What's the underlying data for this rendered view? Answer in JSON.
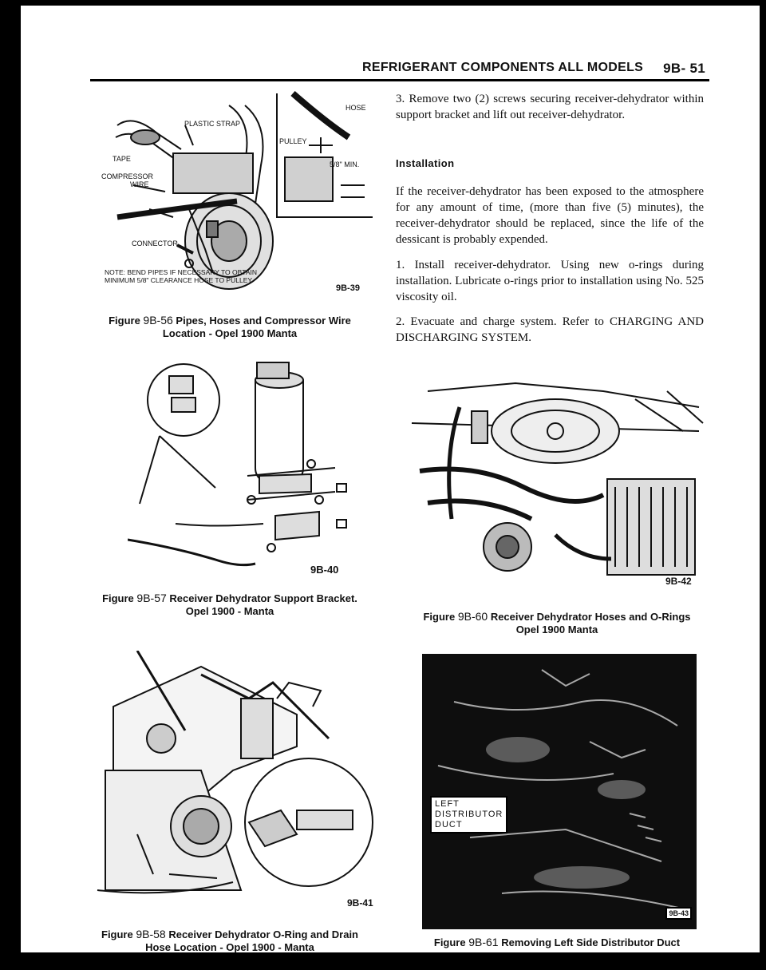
{
  "header": {
    "title": "REFRIGERANT COMPONENTS ALL MODELS",
    "page": "9B- 51"
  },
  "figures": {
    "f56": {
      "num": "9B-56",
      "caption": "Pipes, Hoses and Compressor Wire Location - Opel 1900 Manta",
      "id": "9B-39",
      "labels": {
        "hose": "HOSE",
        "strap": "PLASTIC STRAP",
        "tape": "TAPE",
        "pulley": "PULLEY",
        "min": "5/8\" MIN.",
        "compressor": "COMPRESSOR",
        "wire": "WIRE",
        "connector": "CONNECTOR",
        "note1": "NOTE: BEND PIPES IF NECESSARY TO OBTAIN",
        "note2": "MINIMUM 5/8\" CLEARANCE HOSE TO PULLEY."
      }
    },
    "f57": {
      "num": "9B-57",
      "caption": "Receiver Dehydrator Support Bracket. Opel 1900 - Manta",
      "id": "9B-40"
    },
    "f58": {
      "num": "9B-58",
      "caption": "Receiver Dehydrator O-Ring and Drain Hose Location - Opel 1900 - Manta",
      "id": "9B-41"
    },
    "f60": {
      "num": "9B-60",
      "caption": "Receiver Dehydrator Hoses and O-Rings Opel 1900 Manta",
      "id": "9B-42"
    },
    "f61": {
      "num": "9B-61",
      "caption": "Removing Left Side Distributor Duct",
      "id": "9B-43",
      "label1": "LEFT",
      "label2": "DISTRIBUTOR",
      "label3": "DUCT"
    }
  },
  "body": {
    "step3": "3. Remove two (2) screws securing receiver-dehydrator within support bracket and lift out receiver-dehydrator.",
    "installation_heading": "Installation",
    "install_intro": "If the receiver-dehydrator has been exposed to the atmosphere for any amount of time, (more than five (5) minutes), the receiver-dehydrator should be replaced, since the life of the dessicant is probably expended.",
    "step1": "1. Install receiver-dehydrator. Using new o-rings during installation. Lubricate o-rings prior to installation using No. 525 viscosity oil.",
    "step2": "2. Evacuate and charge system. Refer to CHARGING AND DISCHARGING SYSTEM."
  }
}
